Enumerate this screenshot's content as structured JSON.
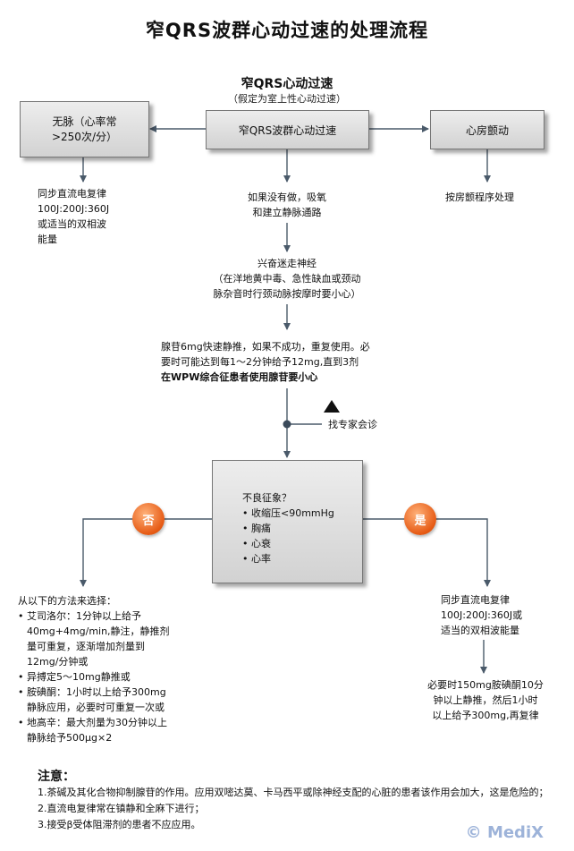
{
  "title": "窄QRS波群心动过速的处理流程",
  "subtitle": "窄QRS心动过速",
  "subtitle_note": "（假定为室上性心动过速）",
  "boxes": {
    "pulseless": "无脉（心率常>250次/分）",
    "narrow_qrs": "窄QRS波群心动过速",
    "af": "心房颤动"
  },
  "steps": {
    "pulseless_action": [
      "同步直流电复律",
      "100J:200J:360J",
      "或适当的双相波",
      "能量"
    ],
    "af_action": "按房颤程序处理",
    "oxygen": [
      "如果没有做，吸氧",
      "和建立静脉通路"
    ],
    "vagal": [
      "兴奋迷走神经",
      "（在洋地黄中毒、急性缺血或颈动",
      "脉杂音时行颈动脉按摩时要小心）"
    ],
    "adenosine": [
      "腺苷6mg快速静推，如果不成功，重复使用。必",
      "要时可能达到每1～2分钟给予12mg,直到3剂"
    ],
    "adenosine_warning": "在WPW综合征患者使用腺苷要小心",
    "consult": "找专家会诊"
  },
  "adverse": {
    "title": "不良征象？",
    "items": [
      "收缩压<90mmHg",
      "胸痛",
      "心衰",
      "心率"
    ]
  },
  "badges": {
    "no": "否",
    "yes": "是"
  },
  "left_branch": {
    "title": "从以下的方法来选择：",
    "items": [
      [
        "艾司洛尔：1分钟以上给予",
        "40mg+4mg/min,静注，静推剂",
        "量可重复，逐渐增加剂量到",
        "12mg/分钟或"
      ],
      [
        "异搏定5～10mg静推或"
      ],
      [
        "胺碘酮：1小时以上给予300mg",
        "静脉应用，必要时可重复一次或"
      ],
      [
        "地高辛：最大剂量为30分钟以上",
        "静脉给予500μg×2"
      ]
    ]
  },
  "right_branch": {
    "cardioversion": [
      "同步直流电复律",
      "100J:200J:360J或",
      "适当的双相波能量"
    ],
    "amiodarone": [
      "必要时150mg胺碘酮10分",
      "钟以上静推，然后1小时",
      "以上给予300mg,再复律"
    ]
  },
  "notes": {
    "title": "注意：",
    "items": [
      "1.茶碱及其化合物抑制腺苷的作用。应用双嘧达莫、卡马西平或除神经支配的心脏的患者该作用会加大，这是危险的；",
      "2.直流电复律常在镇静和全麻下进行；",
      "3.接受β受体阻滞剂的患者不应应用。"
    ]
  },
  "watermark": "© MediX",
  "colors": {
    "line": "#4a5a6a",
    "box_top": "#ededed",
    "box_bottom": "#d2d2d2",
    "badge": "#e65a14",
    "watermark": "#9db3d9"
  }
}
